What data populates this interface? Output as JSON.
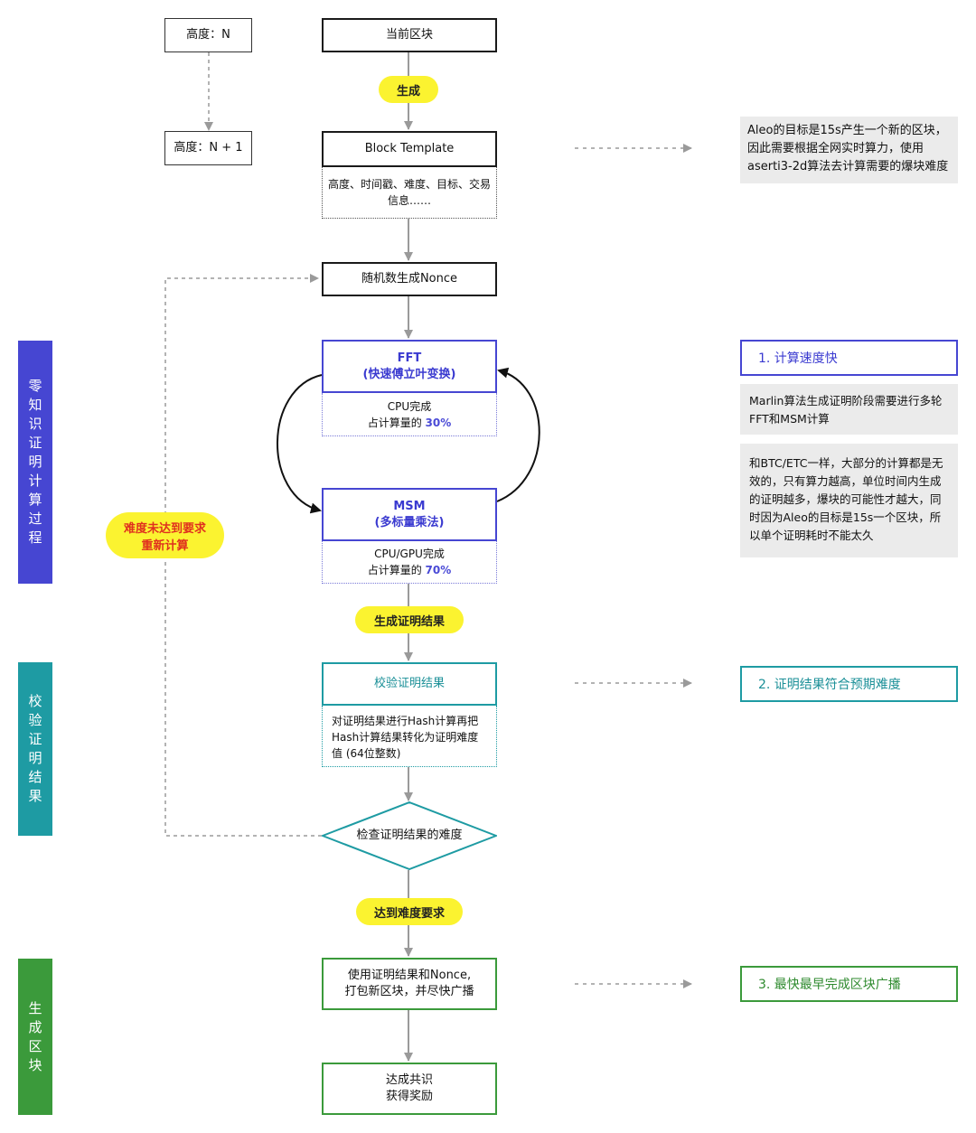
{
  "height_n": "高度：N",
  "height_n1": "高度：N + 1",
  "current_block": "当前区块",
  "pill_generate": "生成",
  "block_template": "Block Template",
  "template_fields": "高度、时间戳、难度、目标、交易信息……",
  "nonce_box": "随机数生成Nonce",
  "fft": {
    "title": "FFT",
    "subtitle": "(快速傅立叶变换)",
    "line1": "CPU完成",
    "line2_prefix": "占计算量的 ",
    "percent": "30%"
  },
  "msm": {
    "title": "MSM",
    "subtitle": "(多标量乘法)",
    "line1": "CPU/GPU完成",
    "line2_prefix": "占计算量的 ",
    "percent": "70%"
  },
  "pill_gen_proof": "生成证明结果",
  "verify_box": "校验证明结果",
  "verify_detail": "对证明结果进行Hash计算再把Hash计算结果转化为证明难度值 (64位整数)",
  "check_diamond": "检查证明结果的难度",
  "pill_meet": "达到难度要求",
  "retry_line1": "难度未达到要求",
  "retry_line2": "重新计算",
  "pack_box_line1": "使用证明结果和Nonce,",
  "pack_box_line2": "打包新区块，并尽快广播",
  "consensus_line1": "达成共识",
  "consensus_line2": "获得奖励",
  "side_zk": "零知识证明计算过程",
  "side_verify": "校验证明结果",
  "side_gen": "生成区块",
  "note_aleo": "Aleo的目标是15s产生一个新的区块，因此需要根据全网实时算力，使用aserti3-2d算法去计算需要的爆块难度",
  "callout_1": "1. 计算速度快",
  "note_marlin": "Marlin算法生成证明阶段需要进行多轮FFT和MSM计算",
  "note_btc": "和BTC/ETC一样，大部分的计算都是无效的，只有算力越高，单位时间内生成的证明越多，爆块的可能性才越大，同时因为Aleo的目标是15s一个区块，所以单个证明耗时不能太久",
  "callout_2": "2. 证明结果符合预期难度",
  "callout_3": "3. 最快最早完成区块广播",
  "colors": {
    "blue": "#4646d2",
    "teal": "#1e9ba3",
    "green": "#3b9a3b",
    "yellow": "#fbf330",
    "note_bg": "#ebebeb"
  }
}
